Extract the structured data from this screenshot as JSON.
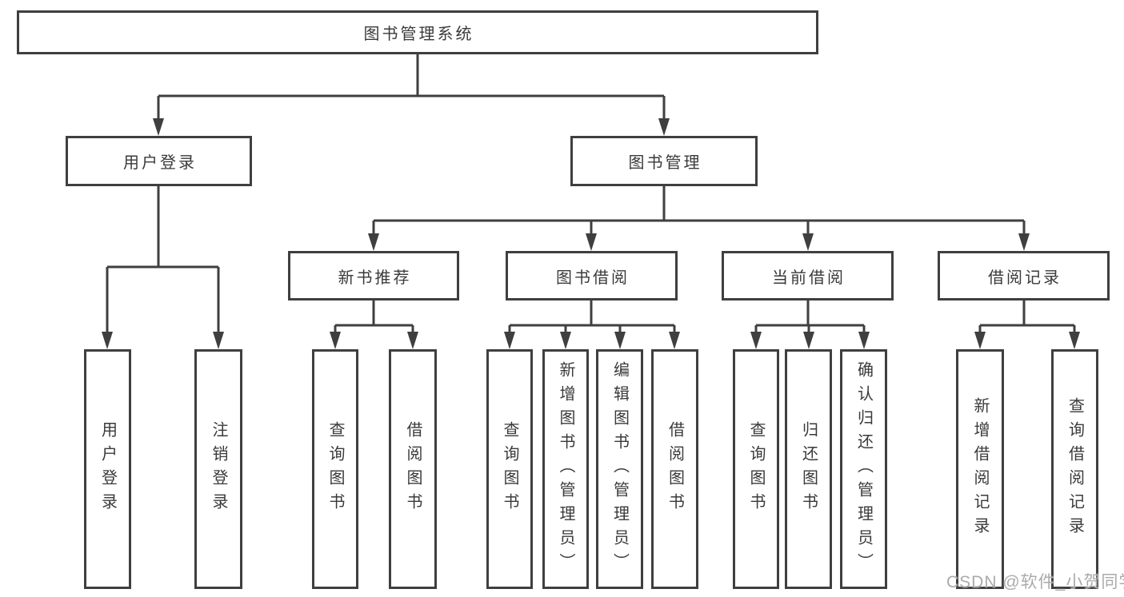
{
  "diagram": {
    "root": {
      "label": "图书管理系统"
    },
    "branches": [
      {
        "label": "用户登录",
        "children": [
          {
            "label": "用户登录"
          },
          {
            "label": "注销登录"
          }
        ]
      },
      {
        "label": "图书管理",
        "children": [
          {
            "label": "新书推荐",
            "children": [
              {
                "label": "查询图书"
              },
              {
                "label": "借阅图书"
              }
            ]
          },
          {
            "label": "图书借阅",
            "children": [
              {
                "label": "查询图书"
              },
              {
                "label": "新增图书（管理员）"
              },
              {
                "label": "编辑图书（管理员）"
              },
              {
                "label": "借阅图书"
              }
            ]
          },
          {
            "label": "当前借阅",
            "children": [
              {
                "label": "查询图书"
              },
              {
                "label": "归还图书"
              },
              {
                "label": "确认归还（管理员）"
              }
            ]
          },
          {
            "label": "借阅记录",
            "children": [
              {
                "label": "新增借阅记录"
              },
              {
                "label": "查询借阅记录"
              }
            ]
          }
        ]
      }
    ]
  },
  "watermark": {
    "text": "CSDN @软件_小贺同学"
  },
  "colors": {
    "line": "#3f3f3f",
    "text": "#3a3a3a",
    "watermark": "#ababab",
    "background": "#ffffff"
  }
}
